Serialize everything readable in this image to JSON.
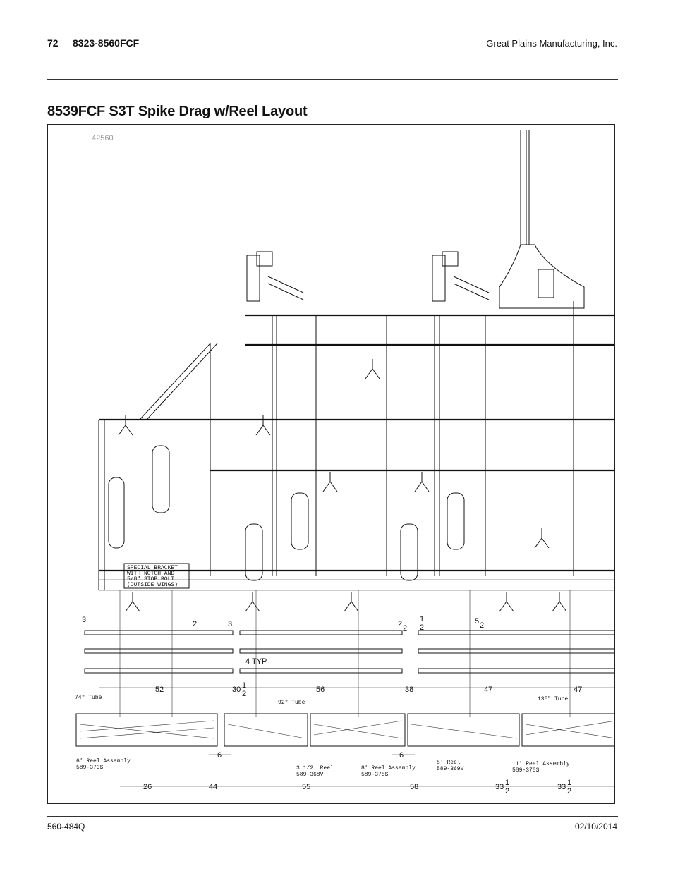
{
  "header": {
    "page_number": "72",
    "model": "8323-8560FCF",
    "company": "Great Plains Manufacturing, Inc."
  },
  "title": "8539FCF S3T Spike Drag w/Reel Layout",
  "figure": {
    "id": "42560",
    "callouts": {
      "bracket_note": [
        "SPECIAL BRACKET",
        "WITH NOTCH AND",
        "5/8\" STOP BOLT",
        "(OUTSIDE WINGS)"
      ],
      "four_typ": "4 TYP",
      "tube_74": "74\" Tube",
      "tube_92": "92\" Tube",
      "tube_135": "135\" Tube",
      "reel_6_name": "6' Reel Assembly",
      "reel_6_part": "589-373S",
      "reel_35_name": "3 1/2' Reel",
      "reel_35_part": "589-368V",
      "reel_8_name": "8' Reel Assembly",
      "reel_8_part": "589-375S",
      "reel_5_name": "5' Reel",
      "reel_5_part": "589-369V",
      "reel_11_name": "11' Reel Assembly",
      "reel_11_part": "589-378S"
    },
    "dimensions": {
      "d3a": "3",
      "d2a": "2",
      "d3b": "3",
      "d2b": "2",
      "d2b_frac": "2",
      "d_half": "1",
      "d_half_den": "2",
      "d5": "5",
      "d5_frac": "2",
      "typ4_mark": "4",
      "row1": [
        "52",
        "30",
        "56",
        "38",
        "47",
        "47"
      ],
      "row1_frac": "1",
      "row1_frac_den": "2",
      "gap6a": "6",
      "gap6b": "6",
      "row2": [
        "26",
        "44",
        "55",
        "58",
        "33",
        "33"
      ],
      "row2_frac": "1",
      "row2_frac_den": "2"
    }
  },
  "footer": {
    "doc_number": "560-484Q",
    "date": "02/10/2014"
  }
}
